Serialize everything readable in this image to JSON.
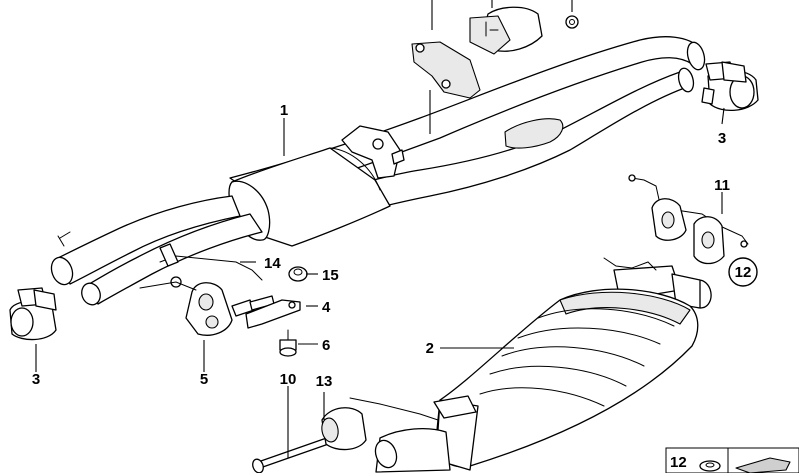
{
  "diagram": {
    "callouts": [
      {
        "id": "c1",
        "label": "1"
      },
      {
        "id": "c2",
        "label": "2"
      },
      {
        "id": "c3a",
        "label": "3"
      },
      {
        "id": "c3b",
        "label": "3"
      },
      {
        "id": "c4",
        "label": "4"
      },
      {
        "id": "c5",
        "label": "5"
      },
      {
        "id": "c6",
        "label": "6"
      },
      {
        "id": "c10",
        "label": "10"
      },
      {
        "id": "c11",
        "label": "11"
      },
      {
        "id": "c12",
        "label": "12"
      },
      {
        "id": "c13",
        "label": "13"
      },
      {
        "id": "c14",
        "label": "14"
      },
      {
        "id": "c15",
        "label": "15"
      }
    ],
    "legend_label": "12"
  }
}
